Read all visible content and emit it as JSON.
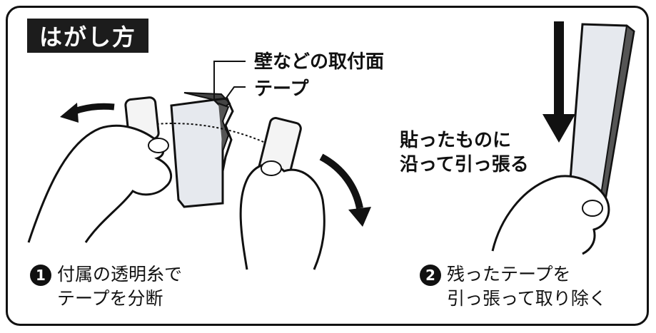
{
  "title": "はがし方",
  "labels": {
    "surface": "壁などの取付面",
    "tape": "テープ",
    "pull_along_1": "貼ったものに",
    "pull_along_2": "沿って引っ張る"
  },
  "steps": [
    {
      "number": "1",
      "line1": "付属の透明糸で",
      "line2": "テープを分断"
    },
    {
      "number": "2",
      "line1": "残ったテープを",
      "line2": "引っ張って取り除く"
    }
  ]
}
